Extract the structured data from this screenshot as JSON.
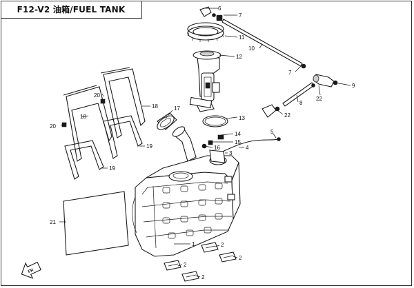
{
  "title": "F12-V2 油箱/FUEL TANK",
  "callouts": [
    {
      "id": "c6",
      "text": "6"
    },
    {
      "id": "c7a",
      "text": "7"
    },
    {
      "id": "c11",
      "text": "11"
    },
    {
      "id": "c12",
      "text": "12"
    },
    {
      "id": "c10",
      "text": "10"
    },
    {
      "id": "c7b",
      "text": "7"
    },
    {
      "id": "c9",
      "text": "9"
    },
    {
      "id": "c22a",
      "text": "22"
    },
    {
      "id": "c8",
      "text": "8"
    },
    {
      "id": "c22b",
      "text": "22"
    },
    {
      "id": "c13",
      "text": "13"
    },
    {
      "id": "c17",
      "text": "17"
    },
    {
      "id": "c20a",
      "text": "20"
    },
    {
      "id": "c18a",
      "text": "18"
    },
    {
      "id": "c18b",
      "text": "18"
    },
    {
      "id": "c20b",
      "text": "20"
    },
    {
      "id": "c19a",
      "text": "19"
    },
    {
      "id": "c19b",
      "text": "19"
    },
    {
      "id": "c14",
      "text": "14"
    },
    {
      "id": "c15",
      "text": "15"
    },
    {
      "id": "c16",
      "text": "16"
    },
    {
      "id": "c5",
      "text": "5"
    },
    {
      "id": "c4",
      "text": "4"
    },
    {
      "id": "c3",
      "text": "3"
    },
    {
      "id": "c21",
      "text": "21"
    },
    {
      "id": "c1",
      "text": "1"
    },
    {
      "id": "c2a",
      "text": "2"
    },
    {
      "id": "c2b",
      "text": "2"
    },
    {
      "id": "c2c",
      "text": "2"
    },
    {
      "id": "c2d",
      "text": "2"
    }
  ],
  "front_arrow": {
    "label": "FR",
    "icon": "front-direction-arrow-icon"
  }
}
